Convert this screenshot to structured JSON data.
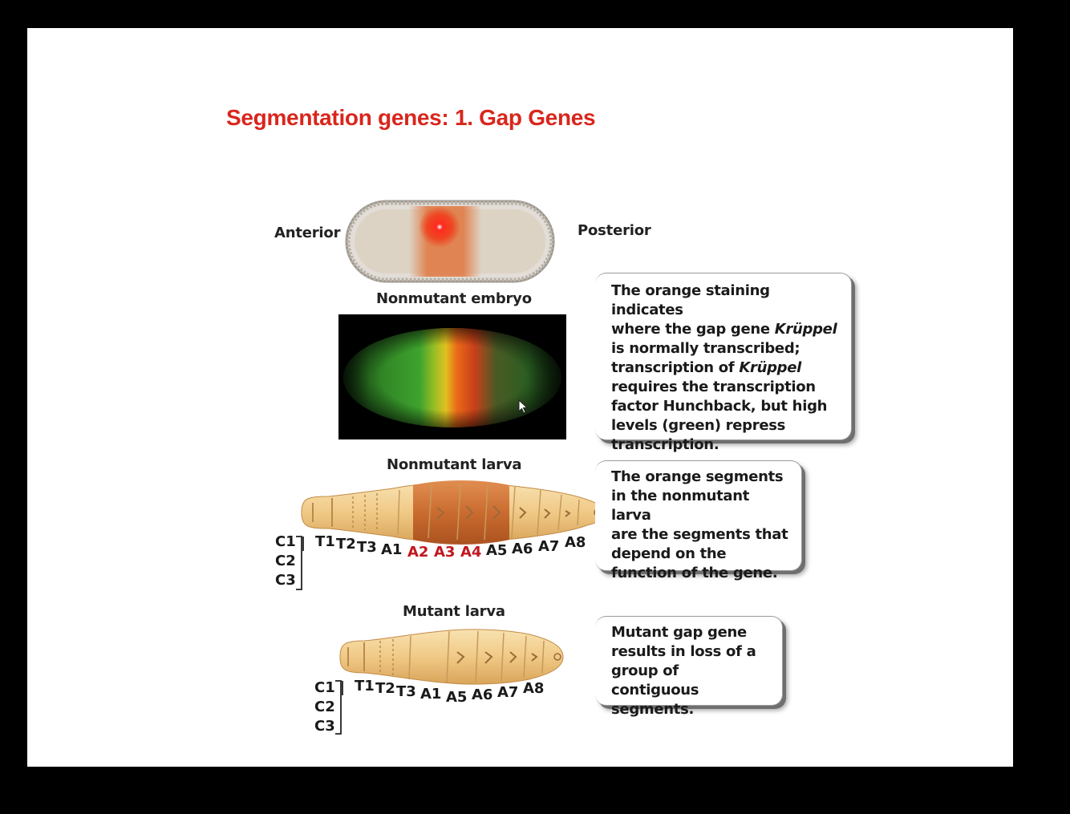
{
  "slide": {
    "title": "Segmentation genes: 1. Gap Genes"
  },
  "embryo_drawing": {
    "anterior_label": "Anterior",
    "posterior_label": "Posterior"
  },
  "nonmutant_embryo": {
    "label": "Nonmutant embryo"
  },
  "callout_1": {
    "line1": "The orange staining indicates",
    "line2a": "where the gap gene ",
    "line2b": "Krüppel",
    "line3": "is normally transcribed;",
    "line4a": "transcription of ",
    "line4b": "Krüppel",
    "line5": "requires the transcription",
    "line6": "factor Hunchback, but high",
    "line7": "levels (green) repress",
    "line8": "transcription."
  },
  "nonmutant_larva": {
    "label": "Nonmutant larva",
    "head_segments": [
      "C1",
      "C2",
      "C3"
    ],
    "segments": [
      "T1",
      "T2",
      "T3",
      "A1",
      "A2",
      "A3",
      "A4",
      "A5",
      "A6",
      "A7",
      "A8"
    ],
    "highlighted_segments": [
      "A2",
      "A3",
      "A4"
    ]
  },
  "callout_2": {
    "lines": [
      "The orange segments",
      "in the nonmutant larva",
      "are the segments that",
      "depend on the",
      "function of the gene."
    ]
  },
  "mutant_larva": {
    "label": "Mutant larva",
    "head_segments": [
      "C1",
      "C2",
      "C3"
    ],
    "segments": [
      "T1",
      "T2",
      "T3",
      "A1",
      "A5",
      "A6",
      "A7",
      "A8"
    ]
  },
  "callout_3": {
    "lines": [
      "Mutant gap gene",
      "results in loss of a",
      "group of contiguous",
      "segments."
    ]
  },
  "colors": {
    "title": "#d9261c",
    "highlight_text": "#c0171f",
    "larva_body": "#f2cf8c",
    "larva_highlight": "#c8692c",
    "hunchback_green": "#2f9a2a",
    "kruppel_orange": "#e5621a"
  }
}
